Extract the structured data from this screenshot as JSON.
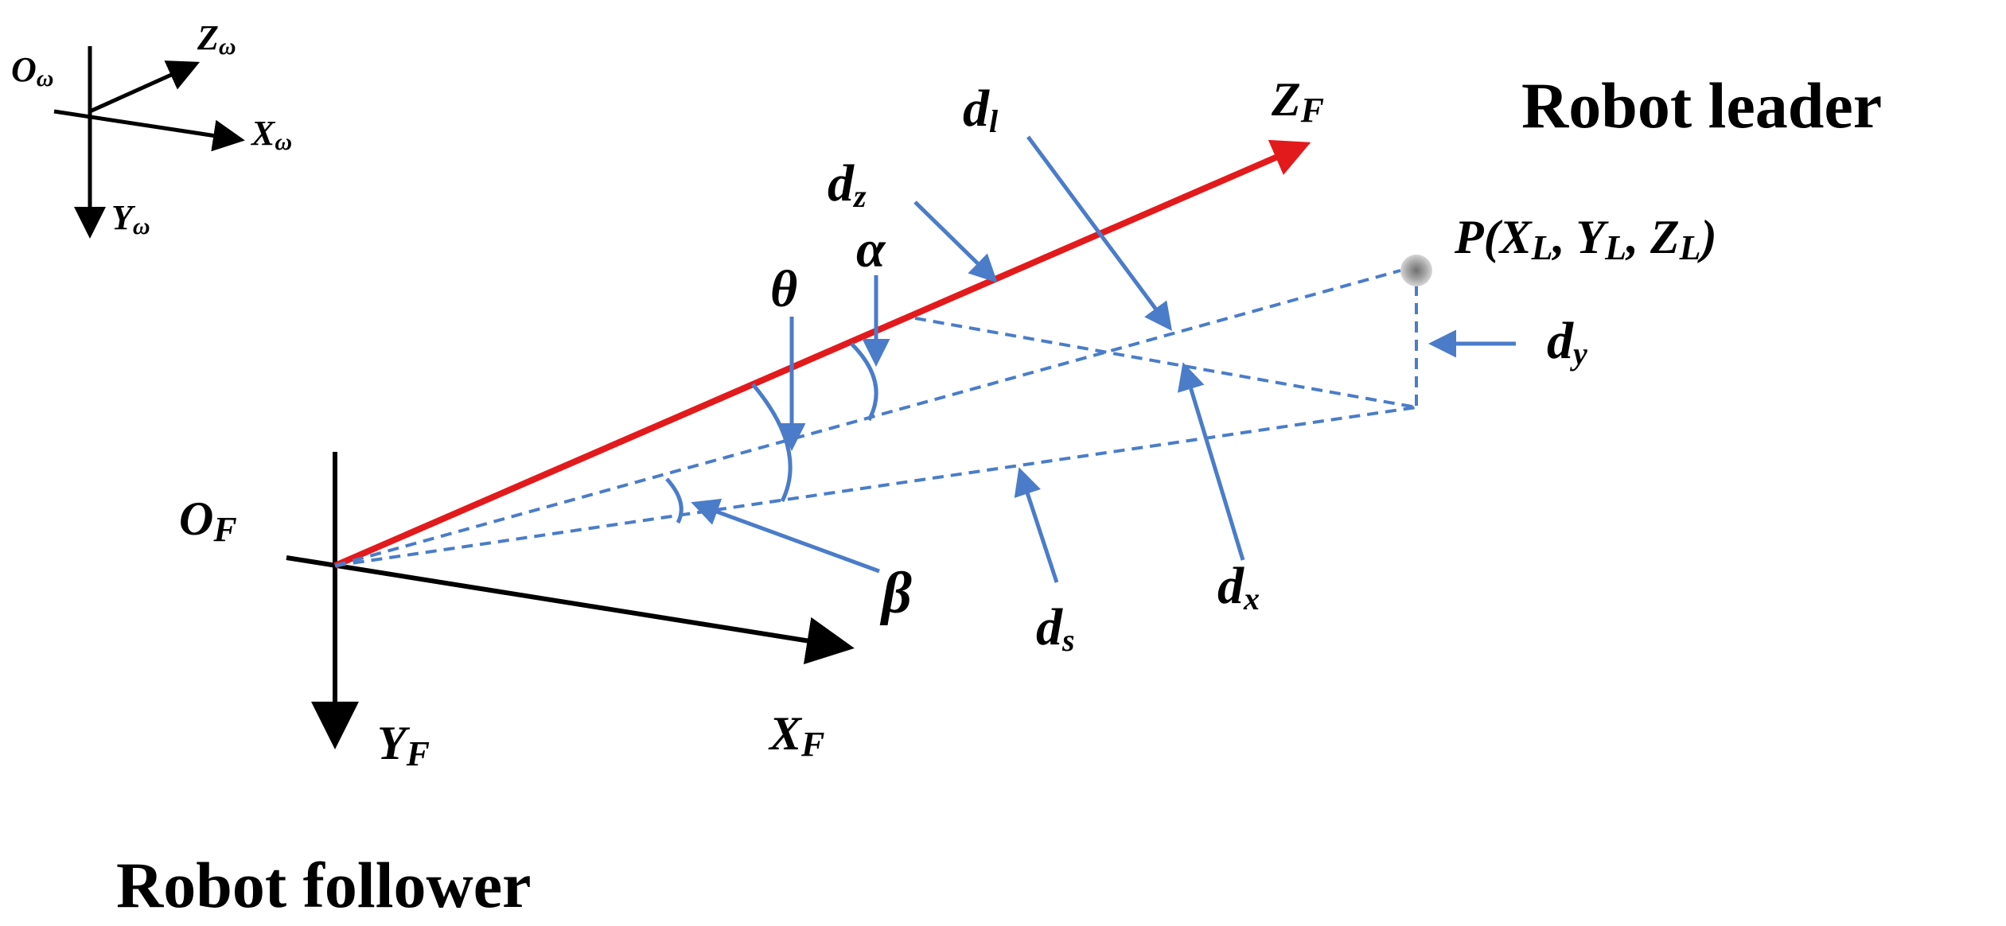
{
  "colors": {
    "axis": "#000000",
    "leader_axis": "#e31a1c",
    "annotation": "#4a7cc9",
    "point": "#9a9a9a"
  },
  "world_frame": {
    "origin": "O",
    "origin_sub": "ω",
    "x": "X",
    "x_sub": "ω",
    "y": "Y",
    "y_sub": "ω",
    "z": "Z",
    "z_sub": "ω"
  },
  "follower_frame": {
    "origin": "O",
    "origin_sub": "F",
    "x": "X",
    "x_sub": "F",
    "y": "Y",
    "y_sub": "F",
    "z": "Z",
    "z_sub": "F"
  },
  "point": {
    "name": "P",
    "coords": "(X",
    "x_sub": "L",
    "sep1": ", Y",
    "y_sub": "L",
    "sep2": ", Z",
    "z_sub": "L",
    "close": ")"
  },
  "symbols": {
    "theta": "θ",
    "alpha": "α",
    "beta": "β",
    "dz": "d",
    "dz_sub": "z",
    "dl": "d",
    "dl_sub": "l",
    "dy": "d",
    "dy_sub": "y",
    "dx": "d",
    "dx_sub": "x",
    "ds": "d",
    "ds_sub": "s"
  },
  "titles": {
    "leader": "Robot leader",
    "follower": "Robot follower"
  }
}
